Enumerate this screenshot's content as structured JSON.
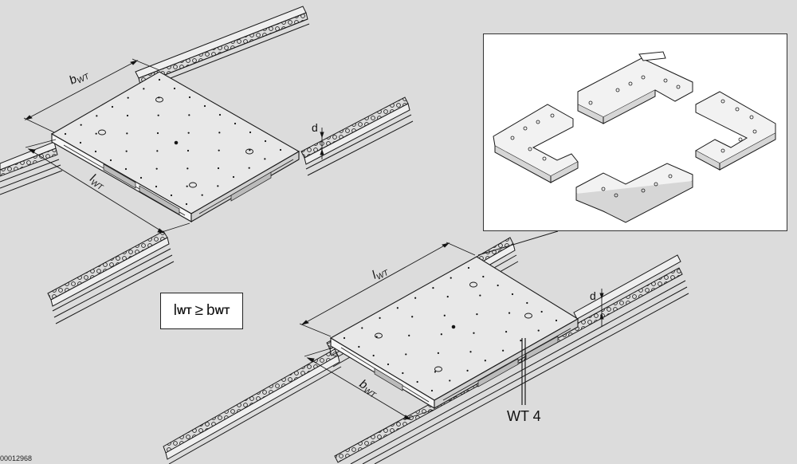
{
  "labels": {
    "b_wt_top": {
      "base": "b",
      "sub": "WT"
    },
    "l_wt_top": {
      "base": "l",
      "sub": "WT"
    },
    "l_wt_bottom": {
      "base": "l",
      "sub": "WT"
    },
    "b_wt_bottom": {
      "base": "b",
      "sub": "WT"
    },
    "d_top": "d",
    "d_bottom": "d",
    "wt4": "WT 4"
  },
  "formula": {
    "l": "l",
    "l_sub": "WT",
    "op": "≥",
    "b": "b",
    "b_sub": "WT"
  },
  "figure_code": "00012968",
  "colors": {
    "background": "#dcdcdc",
    "plate": "#e6e6e6",
    "line": "#1a1a1a"
  }
}
